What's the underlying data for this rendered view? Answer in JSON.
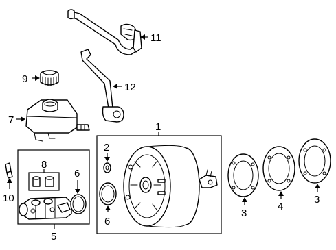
{
  "callouts": {
    "c1": "1",
    "c2": "2",
    "c3a": "3",
    "c3b": "3",
    "c4": "4",
    "c5": "5",
    "c6a": "6",
    "c6b": "6",
    "c7": "7",
    "c8": "8",
    "c9": "9",
    "c10": "10",
    "c11": "11",
    "c12": "12"
  }
}
